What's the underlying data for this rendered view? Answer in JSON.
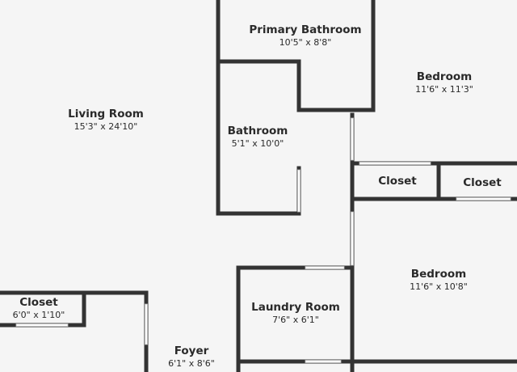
{
  "rooms": {
    "primary_bathroom": {
      "name": "Primary Bathroom",
      "dims": "10'5\" x 8'8\""
    },
    "bedroom_1": {
      "name": "Bedroom",
      "dims": "11'6\" x 11'3\""
    },
    "living_room": {
      "name": "Living Room",
      "dims": "15'3\" x 24'10\""
    },
    "bathroom": {
      "name": "Bathroom",
      "dims": "5'1\" x 10'0\""
    },
    "closet_1": {
      "name": "Closet"
    },
    "closet_2": {
      "name": "Closet"
    },
    "bedroom_2": {
      "name": "Bedroom",
      "dims": "11'6\" x 10'8\""
    },
    "laundry_room": {
      "name": "Laundry Room",
      "dims": "7'6\" x 6'1\""
    },
    "closet_3": {
      "name": "Closet",
      "dims": "6'0\" x 1'10\""
    },
    "foyer": {
      "name": "Foyer",
      "dims": "6'1\" x 8'6\""
    }
  },
  "colors": {
    "wall": "#333333",
    "opening": "#ffffff",
    "background": "#f5f5f5"
  }
}
